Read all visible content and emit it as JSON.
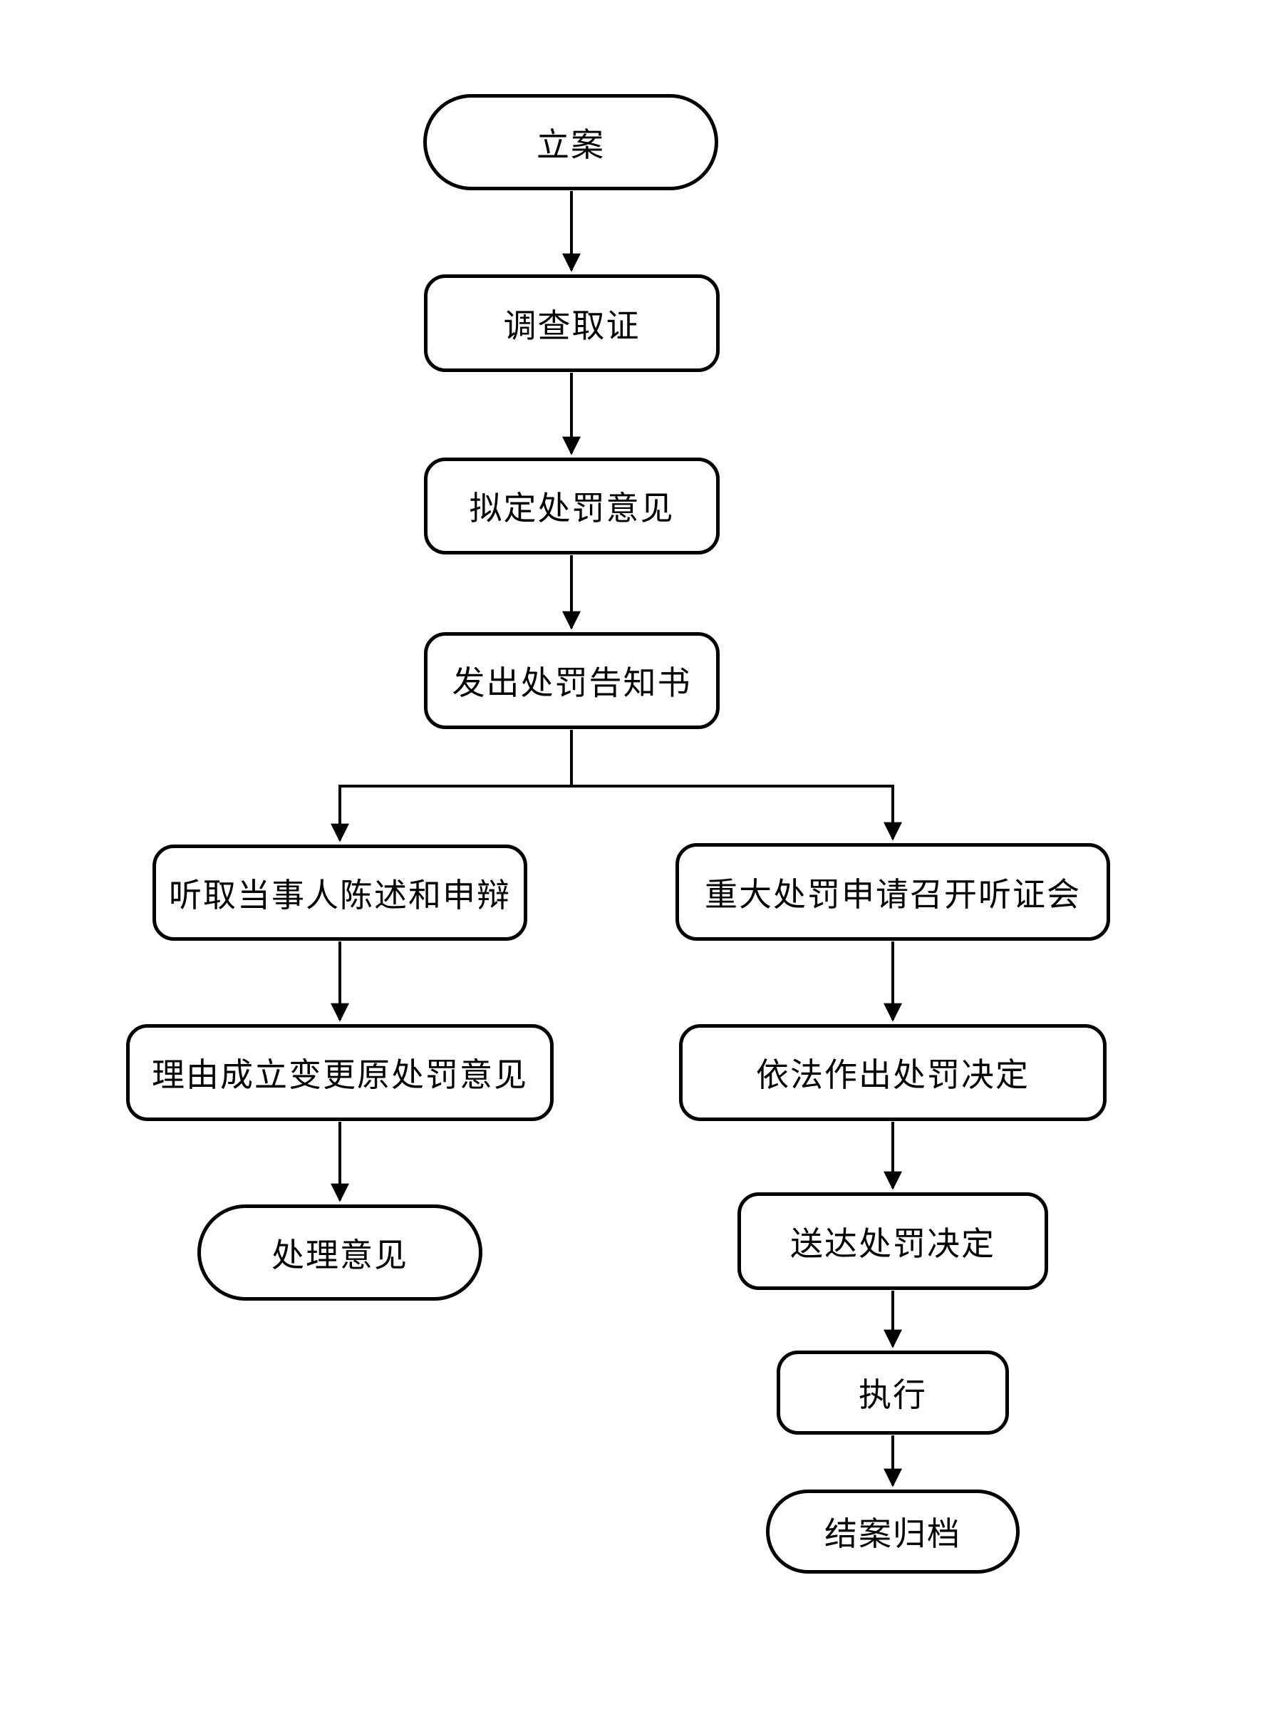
{
  "diagram": {
    "type": "flowchart",
    "colors": {
      "stroke": "#000000",
      "background": "#ffffff",
      "text": "#000000"
    },
    "nodes": [
      {
        "id": "start",
        "label": "立案",
        "shape": "terminator"
      },
      {
        "id": "invest",
        "label": "调查取证",
        "shape": "process"
      },
      {
        "id": "draft",
        "label": "拟定处罚意见",
        "shape": "process"
      },
      {
        "id": "notice",
        "label": "发出处罚告知书",
        "shape": "process"
      },
      {
        "id": "statement",
        "label": "听取当事人陈述和申辩",
        "shape": "process"
      },
      {
        "id": "hearing",
        "label": "重大处罚申请召开听证会",
        "shape": "process"
      },
      {
        "id": "change",
        "label": "理由成立变更原处罚意见",
        "shape": "process"
      },
      {
        "id": "decision",
        "label": "依法作出处罚决定",
        "shape": "process"
      },
      {
        "id": "handle",
        "label": "处理意见",
        "shape": "terminator"
      },
      {
        "id": "deliver",
        "label": "送达处罚决定",
        "shape": "process"
      },
      {
        "id": "execute",
        "label": "执行",
        "shape": "process"
      },
      {
        "id": "archive",
        "label": "结案归档",
        "shape": "terminator"
      }
    ],
    "edges": [
      {
        "from": "立案",
        "to": "调查取证"
      },
      {
        "from": "调查取证",
        "to": "拟定处罚意见"
      },
      {
        "from": "拟定处罚意见",
        "to": "发出处罚告知书"
      },
      {
        "from": "发出处罚告知书",
        "to": "听取当事人陈述和申辩"
      },
      {
        "from": "发出处罚告知书",
        "to": "重大处罚申请召开听证会"
      },
      {
        "from": "听取当事人陈述和申辩",
        "to": "理由成立变更原处罚意见"
      },
      {
        "from": "理由成立变更原处罚意见",
        "to": "处理意见"
      },
      {
        "from": "重大处罚申请召开听证会",
        "to": "依法作出处罚决定"
      },
      {
        "from": "依法作出处罚决定",
        "to": "送达处罚决定"
      },
      {
        "from": "送达处罚决定",
        "to": "执行"
      },
      {
        "from": "执行",
        "to": "结案归档"
      }
    ]
  }
}
